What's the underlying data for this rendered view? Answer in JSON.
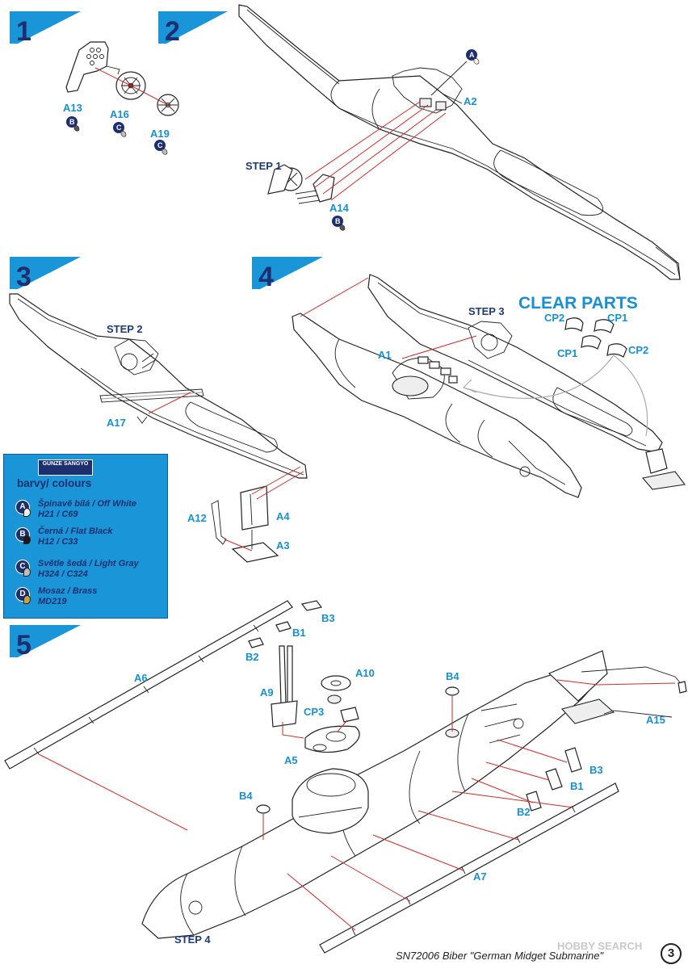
{
  "steps": [
    {
      "number": "1"
    },
    {
      "number": "2"
    },
    {
      "number": "3"
    },
    {
      "number": "4"
    },
    {
      "number": "5"
    }
  ],
  "step_refs": {
    "step1": "STEP 1",
    "step2": "STEP 2",
    "step3": "STEP 3",
    "step4": "STEP 4"
  },
  "clear_parts_title": "CLEAR PARTS",
  "parts": {
    "A13": "A13",
    "A16": "A16",
    "A19": "A19",
    "A2": "A2",
    "A14": "A14",
    "A17": "A17",
    "A12": "A12",
    "A4": "A4",
    "A3": "A3",
    "A1": "A1",
    "CP1a": "CP1",
    "CP1b": "CP1",
    "CP2a": "CP2",
    "CP2b": "CP2",
    "A6": "A6",
    "A9": "A9",
    "A10": "A10",
    "CP3": "CP3",
    "A5": "A5",
    "B4a": "B4",
    "B4b": "B4",
    "B1a": "B1",
    "B1b": "B1",
    "B2a": "B2",
    "B2b": "B2",
    "B3a": "B3",
    "B3b": "B3",
    "A7": "A7",
    "A15": "A15"
  },
  "paint_badges": {
    "step1_a13": "B",
    "step1_a16": "C",
    "step1_a19": "C",
    "step2_a": "A",
    "step2_a14": "B"
  },
  "legend": {
    "brand": "GUNZE SANGYO",
    "title": "barvy/ colours",
    "colours": [
      {
        "letter": "A",
        "line1": "Špinavě bílá / Off White",
        "line2": "H21 / C69",
        "hex": "#f1efe6"
      },
      {
        "letter": "B",
        "line1": "Černá / Flat Black",
        "line2": "H12 / C33",
        "hex": "#1a1a1a"
      },
      {
        "letter": "C",
        "line1": "Světle šedá / Light Gray",
        "line2": "H324 / C324",
        "hex": "#b9bec2"
      },
      {
        "letter": "D",
        "line1": "Mosaz / Brass",
        "line2": "MD219",
        "hex": "#c8a24a"
      }
    ]
  },
  "footer": "SN72006 Biber \"German Midget Submarine\"",
  "page_number": "3",
  "watermark": "HOBBY SEARCH",
  "colors": {
    "accent": "#1a95d8",
    "dark": "#1d2f6e",
    "guide_line": "#d12a2a"
  }
}
